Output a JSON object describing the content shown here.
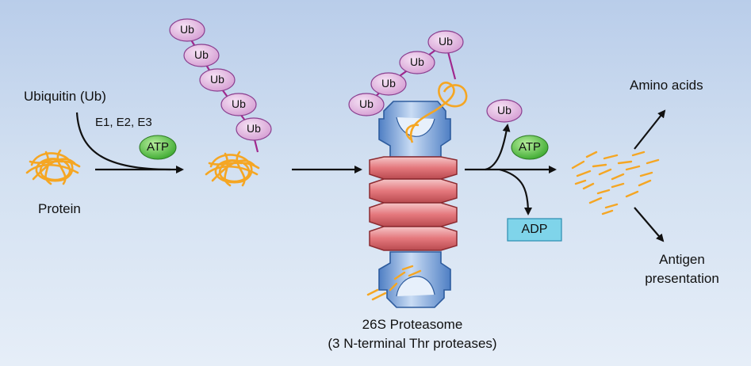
{
  "labels": {
    "ubiquitin": "Ubiquitin (Ub)",
    "enzymes": "E1, E2, E3",
    "atp": "ATP",
    "protein": "Protein",
    "ub": "Ub",
    "adp": "ADP",
    "amino_acids": "Amino acids",
    "antigen_line1": "Antigen",
    "antigen_line2": "presentation",
    "proteasome_line1": "26S Proteasome",
    "proteasome_line2": "(3 N-terminal Thr proteases)"
  },
  "colors": {
    "background_top": "#b9cdea",
    "background_bottom": "#e6eef8",
    "ub_fill": "#e6b8e3",
    "ub_stroke": "#8a3f8f",
    "ub_chain_link": "#a0288e",
    "atp_fill": "#5ec44a",
    "adp_fill": "#7fd4ea",
    "protein_strand": "#f5a623",
    "proteasome_cap": "#6f9ad6",
    "proteasome_core": "#e4777c",
    "arrow": "#111111"
  }
}
